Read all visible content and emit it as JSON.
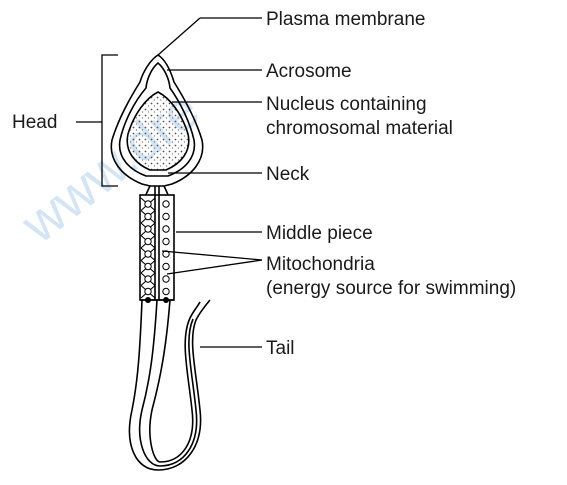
{
  "watermark": "www.dre",
  "labels": {
    "plasma_membrane": "Plasma membrane",
    "acrosome": "Acrosome",
    "nucleus_line1": "Nucleus containing",
    "nucleus_line2": "chromosomal material",
    "neck": "Neck",
    "middle_piece": "Middle piece",
    "mitochondria_line1": "Mitochondria",
    "mitochondria_line2": "(energy source for swimming)",
    "tail": "Tail",
    "head": "Head"
  }
}
